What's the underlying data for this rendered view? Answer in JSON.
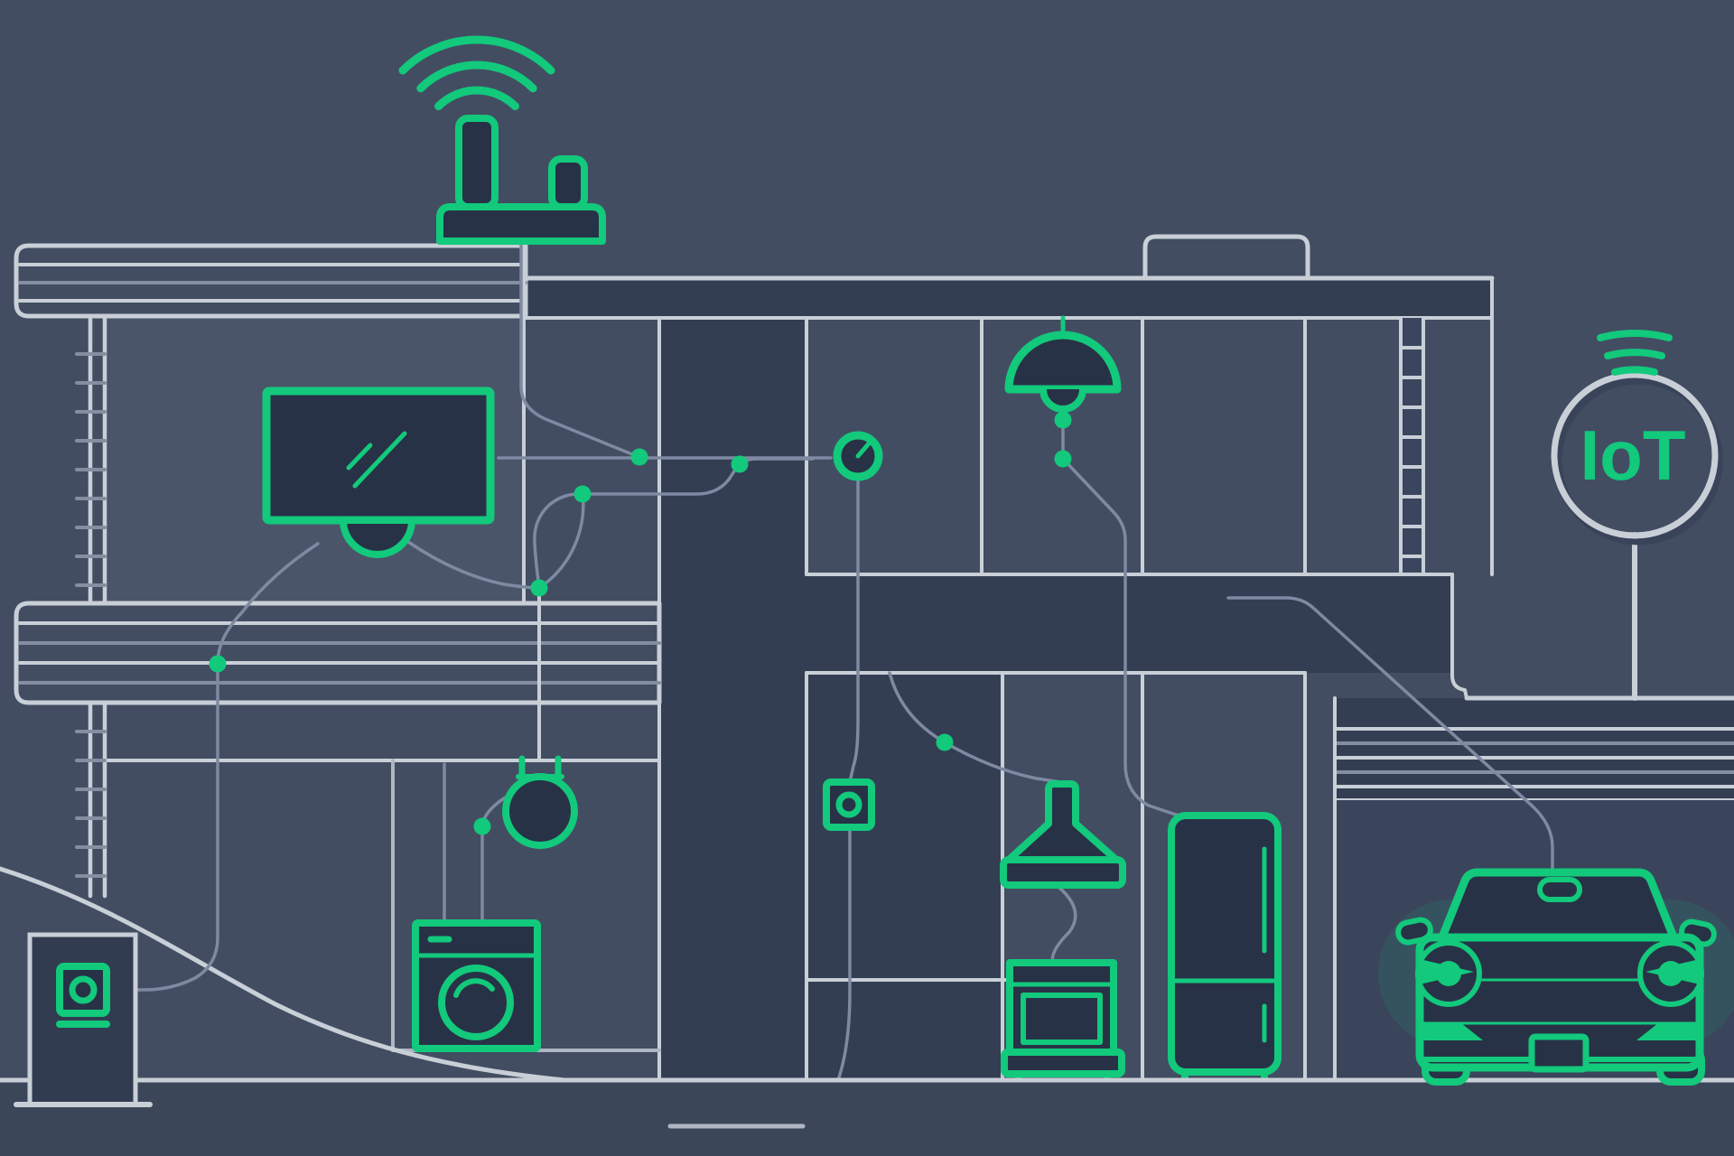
{
  "scene": {
    "description": "Flat line-art illustration of a smart home cross-section with IoT connected devices linked by a wired network",
    "sign": {
      "label": "IoT"
    }
  },
  "palette": {
    "--bg": "#424d62",
    "--panel": "#333e53",
    "--room": "#4a5569",
    "--roomdark": "#3a455b",
    "--ground": "#3c4659",
    "--cell": "#3a465e",
    "--devfill": "#283246",
    "--green": "#12c97c",
    "--wire": "#7e8aa2",
    "--light": "#c9cfd7",
    "--gray2": "#848ea1",
    "--gray3": "#aeb6c2",
    "--pillarfill": "#313c51",
    "--shadow": "#39435a",
    "--glow": "rgba(18,201,124,0.11)"
  },
  "devices": [
    {
      "name": "wifi-router",
      "location": "rooftop"
    },
    {
      "name": "smart-tv",
      "location": "upper-left room"
    },
    {
      "name": "thermostat-dial",
      "location": "upper-middle room"
    },
    {
      "name": "pendant-lamp",
      "location": "upper-middle room"
    },
    {
      "name": "smart-bulb",
      "location": "lower-left room"
    },
    {
      "name": "washing-machine",
      "location": "lower-left room"
    },
    {
      "name": "wall-socket",
      "location": "hallway"
    },
    {
      "name": "cooker-hood",
      "location": "kitchen"
    },
    {
      "name": "oven",
      "location": "kitchen"
    },
    {
      "name": "fridge",
      "location": "kitchen"
    },
    {
      "name": "video-doorbell",
      "location": "front yard"
    },
    {
      "name": "connected-car",
      "location": "garage"
    },
    {
      "name": "iot-sign",
      "location": "right of house"
    }
  ]
}
